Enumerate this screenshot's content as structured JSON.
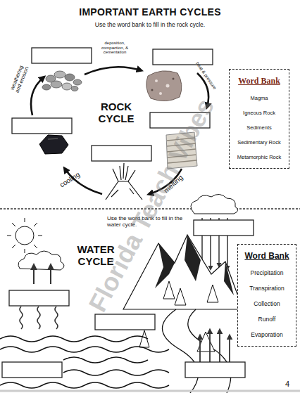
{
  "diagram": {
    "title": "IMPORTANT EARTH CYCLES",
    "nodes": [
      {
        "text": [
          "Word Bank",
          "Magma",
          "Igneous Rock",
          "Sediments",
          "Sedimentary Rock",
          "Metamorphic Rock"
        ]
      },
      {
        "text": [
          "Word Bank",
          "Precipitation",
          "Transpiration",
          "Collection",
          "Runoff",
          "Evaporation"
        ]
      }
    ],
    "labels": [
      "Use the word bank to fill in the rock cycle.",
      "deposition, compaction, & cementation",
      "heat & pressure",
      "weathering and erosion",
      "ROCK CYCLE",
      "cooling",
      "melting",
      "Use the word bank to fill in the water cycle.",
      "WATER CYCLE",
      "Florida Teach Vibes",
      "4"
    ]
  }
}
